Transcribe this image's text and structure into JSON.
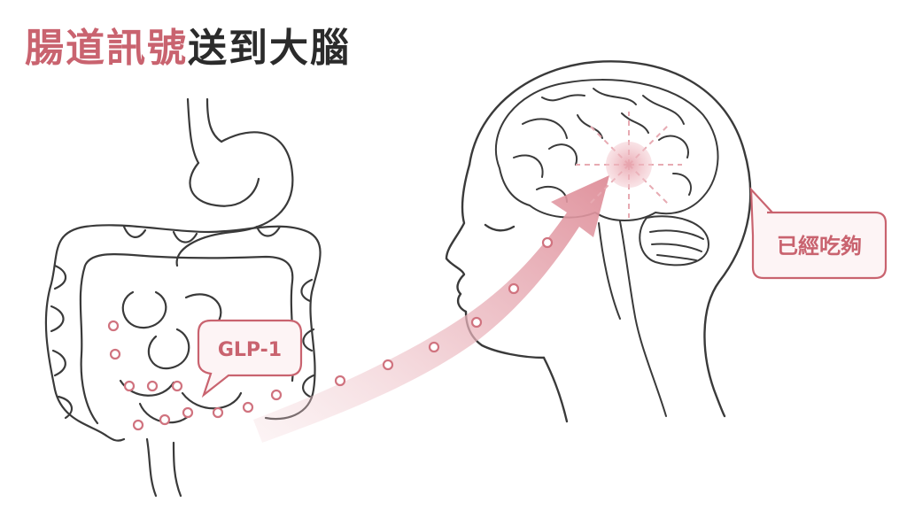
{
  "title": {
    "accent": "腸道訊號",
    "rest": "送到大腦"
  },
  "labels": {
    "hormone": "GLP-1",
    "satiety": "已經吃夠"
  },
  "colors": {
    "accent": "#c9636f",
    "line": "#3a3a3a",
    "arrow": "#e7aab2",
    "bubble_fill": "#fdf4f5"
  },
  "icons": [
    "stomach-icon",
    "intestine-icon",
    "head-icon",
    "brain-icon",
    "signal-arrow-icon"
  ]
}
